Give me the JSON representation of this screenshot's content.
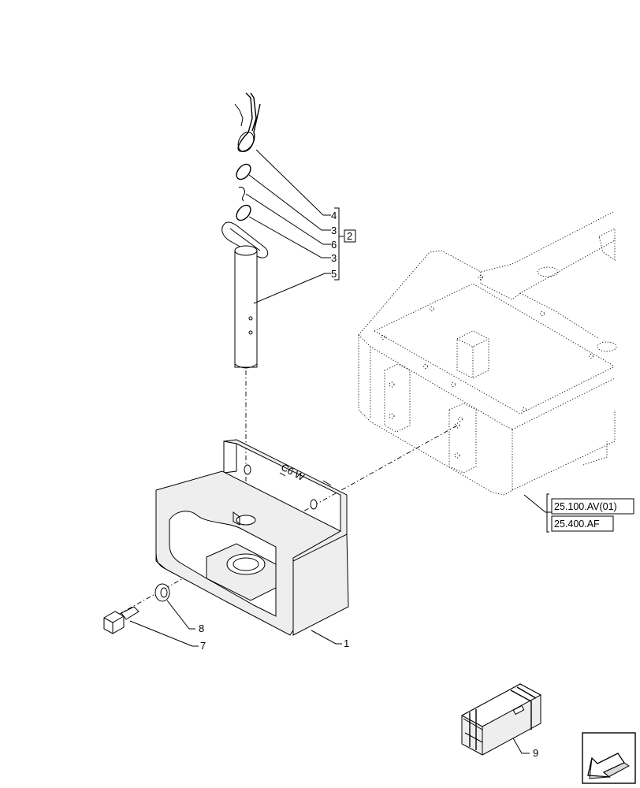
{
  "callouts": {
    "c4": "4",
    "c3a": "3",
    "c6": "6",
    "c3b": "3",
    "c5": "5",
    "group": "2",
    "c8": "8",
    "c7": "7",
    "c1": "1",
    "c9": "9"
  },
  "stamp": "C6 W",
  "references": [
    "25.100.AV(01)",
    "25.400.AF"
  ]
}
